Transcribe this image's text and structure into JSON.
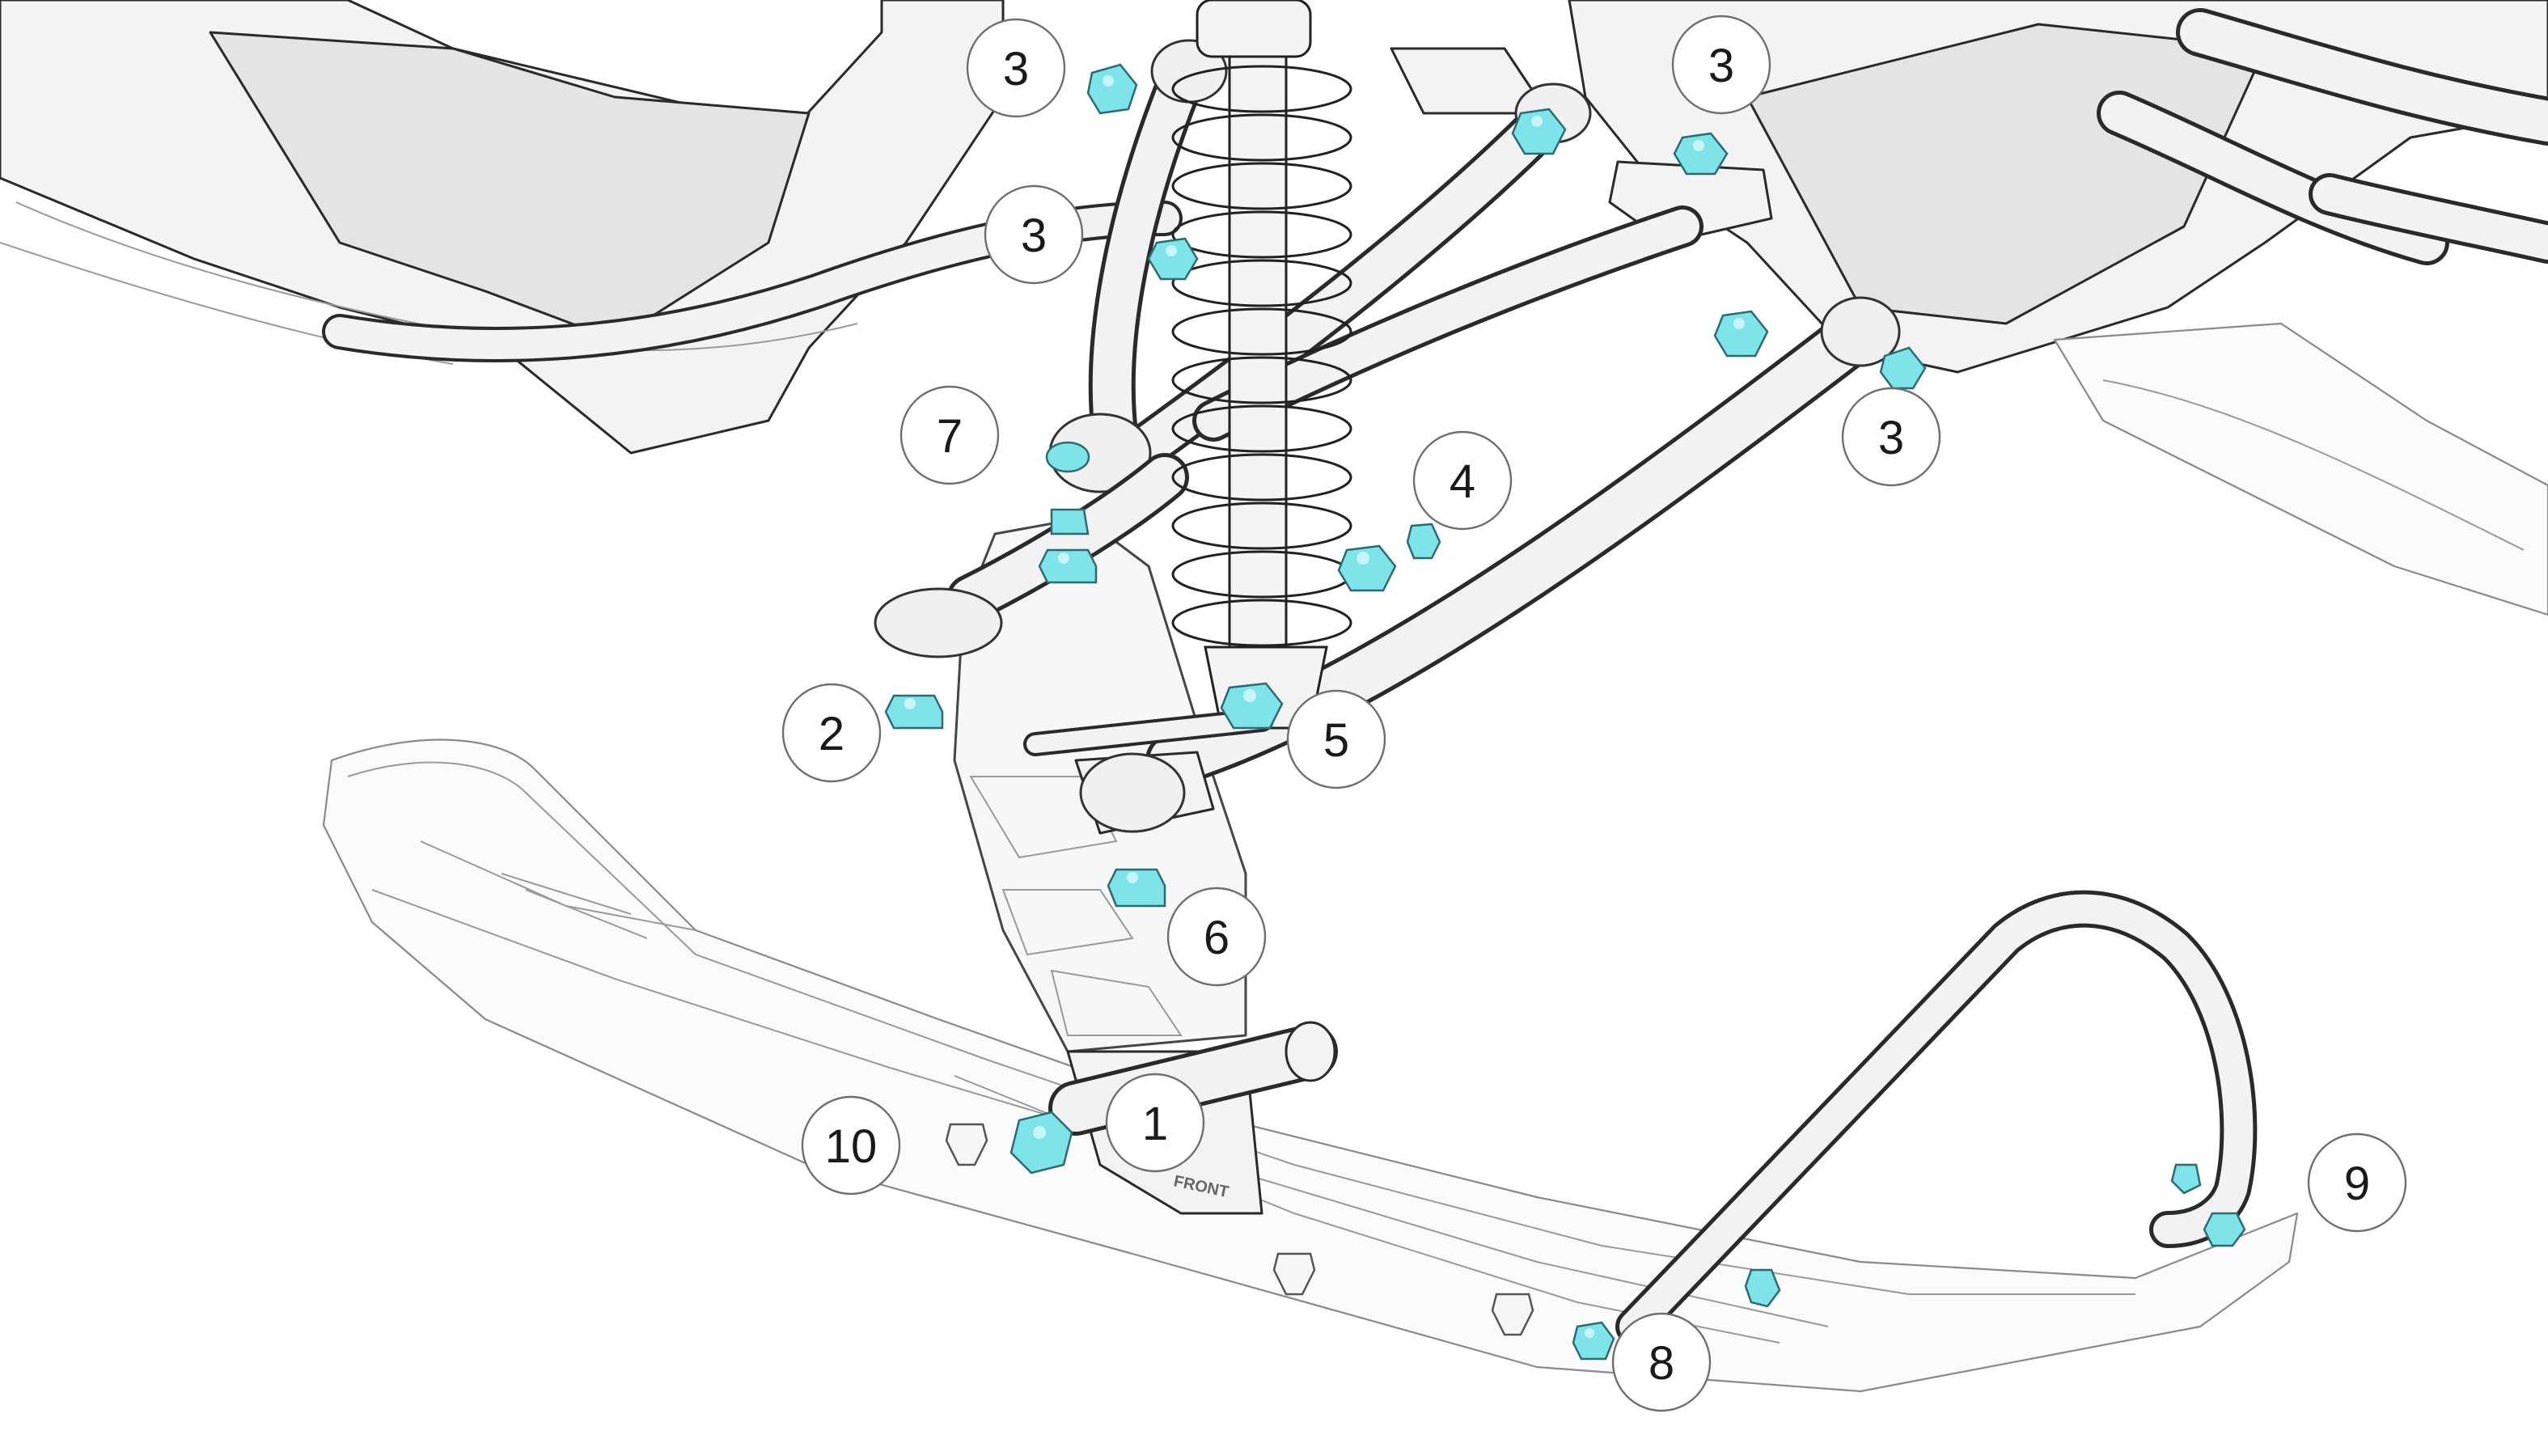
{
  "diagram": {
    "stamp_text": "FRONT",
    "fastener_color": "#7fe3ea",
    "callouts": [
      {
        "label": "1"
      },
      {
        "label": "2"
      },
      {
        "label": "3"
      },
      {
        "label": "3"
      },
      {
        "label": "3"
      },
      {
        "label": "3"
      },
      {
        "label": "4"
      },
      {
        "label": "5"
      },
      {
        "label": "6"
      },
      {
        "label": "7"
      },
      {
        "label": "8"
      },
      {
        "label": "9"
      },
      {
        "label": "10"
      }
    ]
  }
}
